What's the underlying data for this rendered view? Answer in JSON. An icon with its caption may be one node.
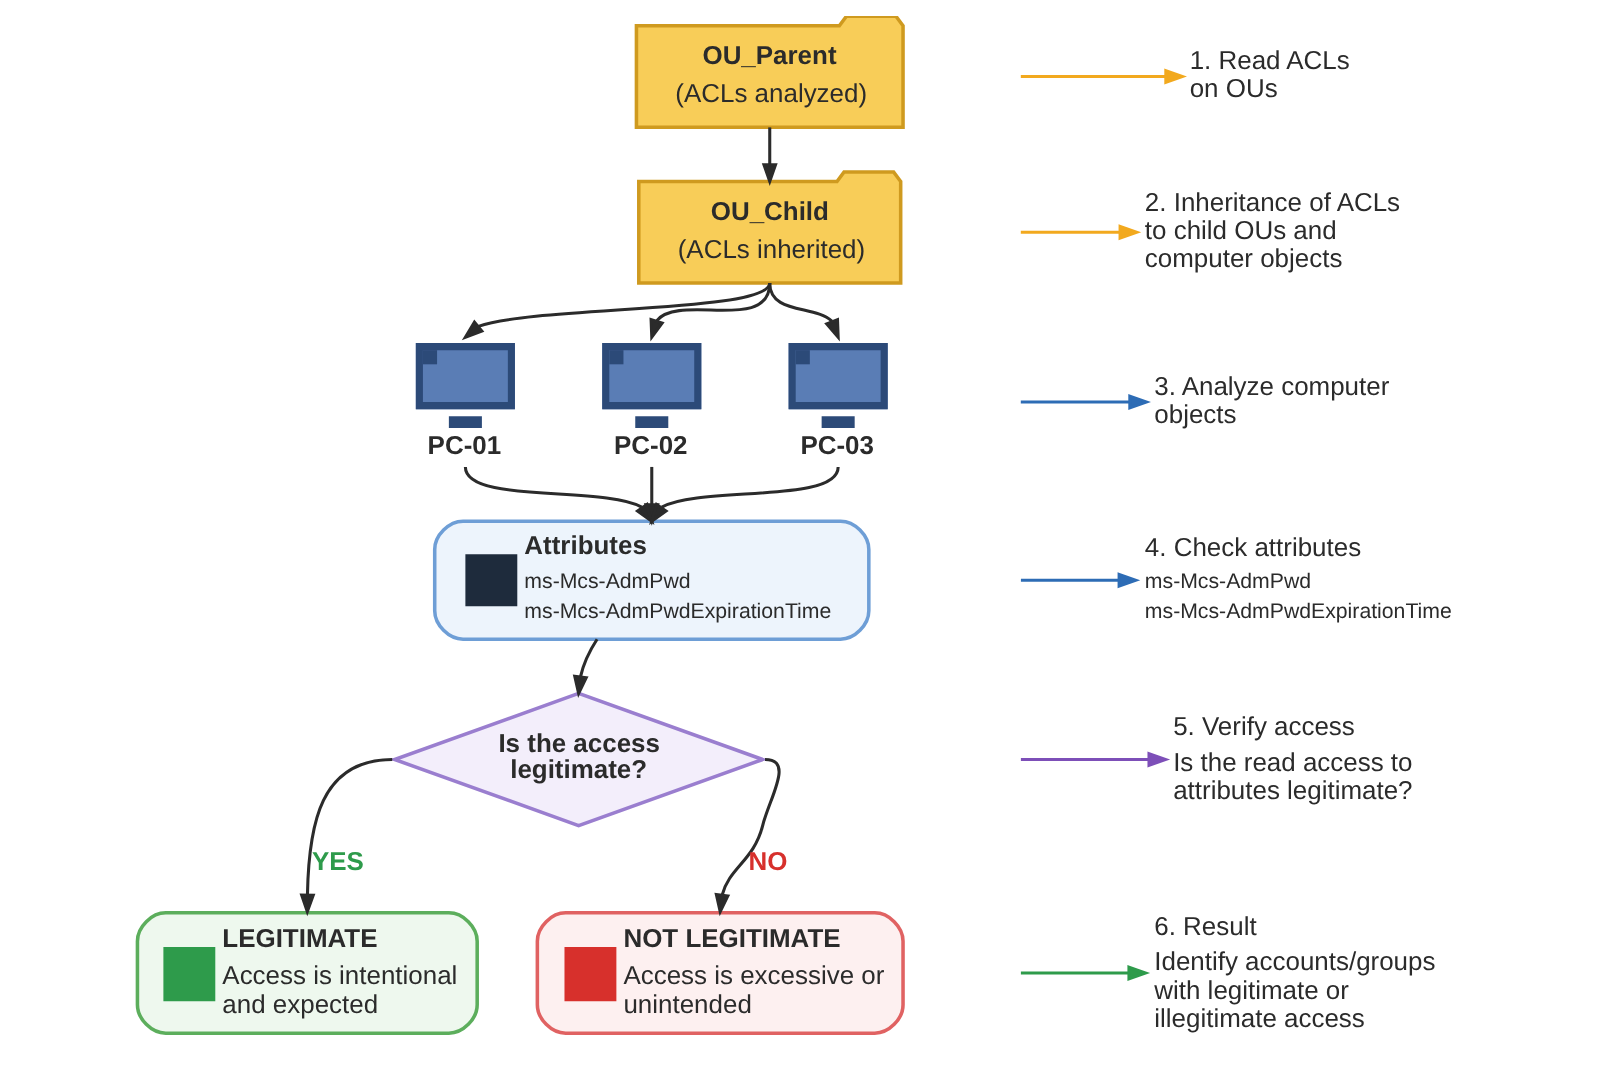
{
  "diagram": {
    "nodes": [
      {
        "text": [
          "OU_Parent",
          "(ACLs analyzed)"
        ]
      },
      {
        "text": [
          "OU_Child",
          "(ACLs inherited)"
        ]
      },
      {
        "text": [
          "PC-01"
        ]
      },
      {
        "text": [
          "PC-02"
        ]
      },
      {
        "text": [
          "PC-03"
        ]
      },
      {
        "text": [
          "Attributes",
          "ms-Mcs-AdmPwd",
          "ms-Mcs-AdmPwdExpirationTime"
        ]
      },
      {
        "text": [
          "Is the access legitimate?"
        ]
      },
      {
        "text": [
          "LEGITIMATE",
          "Access is intentional and expected"
        ]
      },
      {
        "text": [
          "NOT LEGITIMATE",
          "Access is excessive or unintended"
        ]
      },
      {
        "text": [
          "1. Read ACLs on OUs"
        ]
      },
      {
        "text": [
          "2. Inheritance of ACLs to child OUs and computer objects"
        ]
      },
      {
        "text": [
          "3. Analyze computer objects"
        ]
      },
      {
        "text": [
          "4. Check attributes",
          "ms-Mcs-AdmPwd",
          "ms-Mcs-AdmPwdExpirationTime"
        ]
      },
      {
        "text": [
          "5. Verify access",
          "Is the read access to attributes legitimate?"
        ]
      },
      {
        "text": [
          "6. Result",
          "Identify accounts/groups with legitimate or illegitimate access"
        ]
      }
    ],
    "edges": [
      {
        "from": 0,
        "to": 1,
        "arrow": "to"
      },
      {
        "from": 1,
        "to": 2,
        "arrow": "to"
      },
      {
        "from": 1,
        "to": 3,
        "arrow": "to"
      },
      {
        "from": 1,
        "to": 4,
        "arrow": "to"
      },
      {
        "from": 2,
        "to": 5,
        "arrow": "to"
      },
      {
        "from": 3,
        "to": 5,
        "arrow": "to"
      },
      {
        "from": 4,
        "to": 5,
        "arrow": "to"
      },
      {
        "from": 5,
        "to": 6,
        "arrow": "to"
      },
      {
        "from": 6,
        "to": 7,
        "label": "YES",
        "arrow": "to"
      },
      {
        "from": 6,
        "to": 8,
        "label": "NO",
        "arrow": "to"
      },
      {
        "from": null,
        "to": 9,
        "arrow": "to",
        "color": "#f2a91e"
      },
      {
        "from": null,
        "to": 10,
        "arrow": "to",
        "color": "#f2a91e"
      },
      {
        "from": null,
        "to": 11,
        "arrow": "to",
        "color": "#2d6cb5"
      },
      {
        "from": null,
        "to": 12,
        "arrow": "to",
        "color": "#2d6cb5"
      },
      {
        "from": null,
        "to": 13,
        "arrow": "to",
        "color": "#7d4fb8"
      },
      {
        "from": null,
        "to": 14,
        "arrow": "to",
        "color": "#2e9b4b"
      }
    ]
  }
}
